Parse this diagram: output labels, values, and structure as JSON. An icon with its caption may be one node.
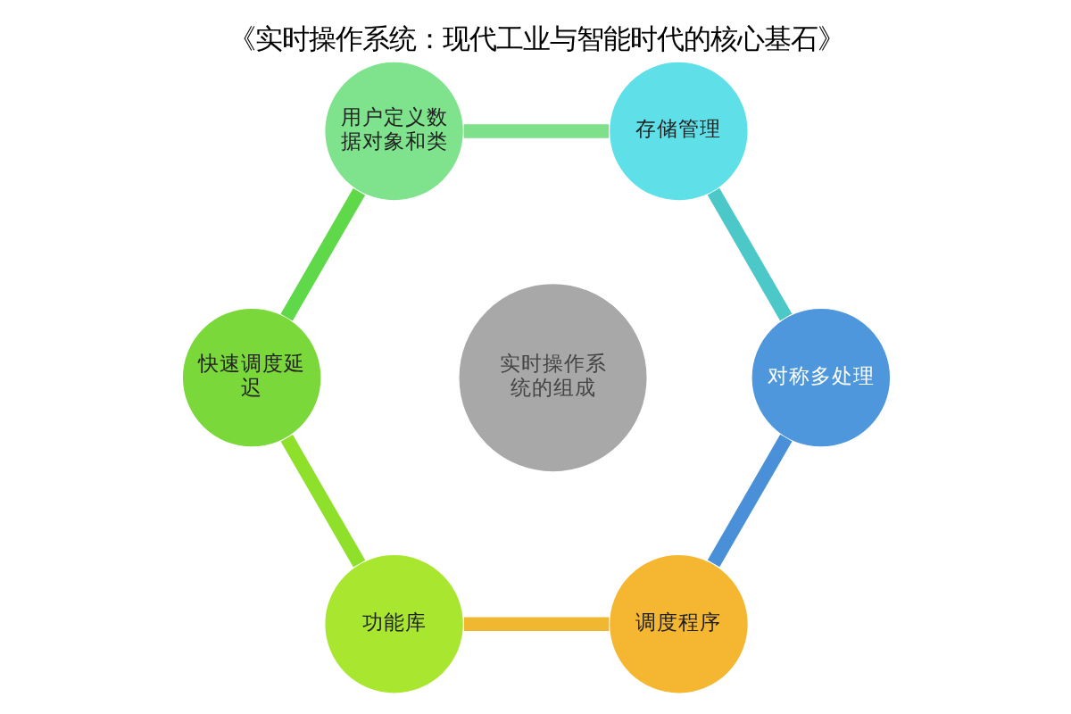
{
  "diagram": {
    "title": "《实时操作系统：现代工业与智能时代的核心基石》",
    "nodes": [
      {
        "text": [
          "调度程序"
        ]
      },
      {
        "text": [
          "对称多处理"
        ]
      },
      {
        "text": [
          "功能库"
        ]
      },
      {
        "text": [
          "实时操作系统的组成"
        ]
      },
      {
        "text": [
          "存储管理"
        ]
      },
      {
        "text": [
          "快速调度延迟"
        ]
      },
      {
        "text": [
          "用户定义数据对象和类"
        ]
      }
    ],
    "edges": [
      {
        "from": 0,
        "to": 2,
        "arrow": "none",
        "color": "#f0b830"
      },
      {
        "from": 2,
        "to": 5,
        "arrow": "none",
        "color": "#8ee02a"
      },
      {
        "from": 5,
        "to": 6,
        "arrow": "none",
        "color": "#5fd84a"
      },
      {
        "from": 6,
        "to": 4,
        "arrow": "none",
        "color": "#7ee08a"
      },
      {
        "from": 4,
        "to": 1,
        "arrow": "none",
        "color": "#4cc8c8"
      },
      {
        "from": 1,
        "to": 0,
        "arrow": "none",
        "color": "#4a90d9"
      }
    ]
  }
}
